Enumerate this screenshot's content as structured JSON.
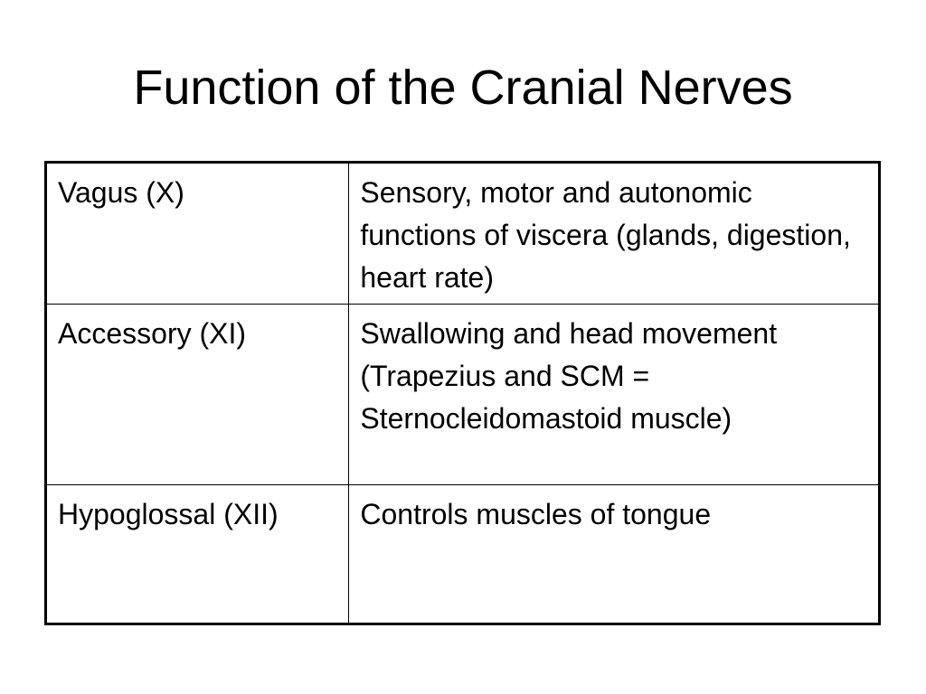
{
  "slide": {
    "title": "Function of the Cranial Nerves"
  },
  "table": {
    "rows": [
      {
        "nerve": "Vagus (X)",
        "function": "Sensory, motor and autonomic functions of viscera (glands, digestion, heart rate)"
      },
      {
        "nerve": "Accessory (XI)",
        "function": "Swallowing and head movement (Trapezius and SCM = Sternocleidomastoid muscle)"
      },
      {
        "nerve": "Hypoglossal (XII)",
        "function": "Controls muscles of tongue"
      }
    ]
  }
}
